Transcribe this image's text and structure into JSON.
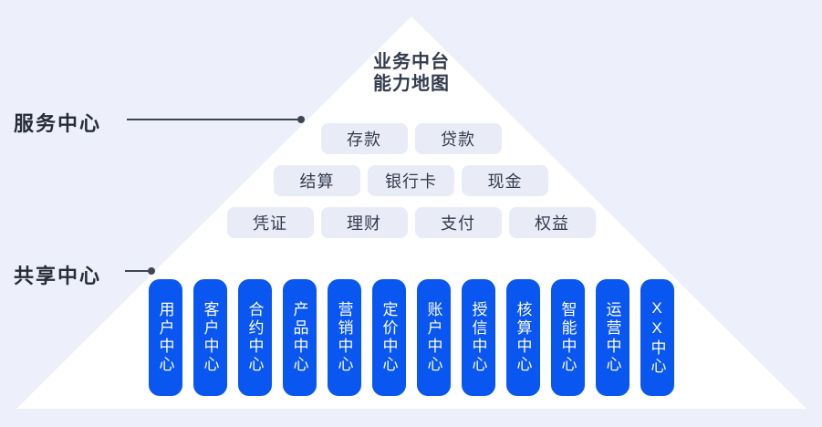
{
  "title": {
    "line1": "业务中台",
    "line2": "能力地图"
  },
  "labels": {
    "service_center": "服务中心",
    "shared_center": "共享中心"
  },
  "service_rows": [
    [
      "存款",
      "贷款"
    ],
    [
      "结算",
      "银行卡",
      "现金"
    ],
    [
      "凭证",
      "理财",
      "支付",
      "权益"
    ]
  ],
  "shared_centers": [
    "用户中心",
    "客户中心",
    "合约中心",
    "产品中心",
    "营销中心",
    "定价中心",
    "账户中心",
    "授信中心",
    "核算中心",
    "智能中心",
    "运营中心",
    "XX中心"
  ],
  "colors": {
    "background": "#EDF0FA",
    "pyramid": "#FFFFFF",
    "pill_bg": "#E9ECF6",
    "pill_text": "#343B4D",
    "center_blue": "#0A56F0",
    "center_text": "#FFFFFF",
    "label_text": "#262C38",
    "title_text": "#343B4D",
    "connector": "#3F4551"
  }
}
